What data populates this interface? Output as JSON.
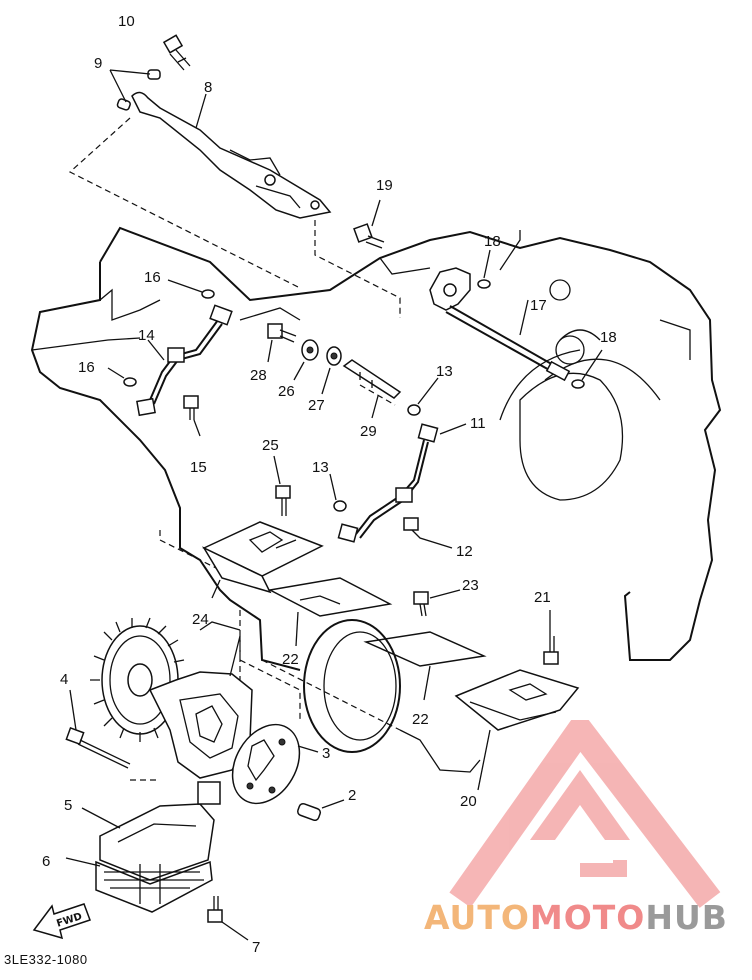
{
  "diagram": {
    "drawing_code": "3LE332-1080",
    "fwd_label": "FWD",
    "part_labels": [
      {
        "id": "p10",
        "text": "10"
      },
      {
        "id": "p9",
        "text": "9"
      },
      {
        "id": "p8",
        "text": "8"
      },
      {
        "id": "p19",
        "text": "19"
      },
      {
        "id": "p18a",
        "text": "18"
      },
      {
        "id": "p16a",
        "text": "16"
      },
      {
        "id": "p17",
        "text": "17"
      },
      {
        "id": "p18b",
        "text": "18"
      },
      {
        "id": "p14",
        "text": "14"
      },
      {
        "id": "p16b",
        "text": "16"
      },
      {
        "id": "p28",
        "text": "28"
      },
      {
        "id": "p26",
        "text": "26"
      },
      {
        "id": "p27",
        "text": "27"
      },
      {
        "id": "p13a",
        "text": "13"
      },
      {
        "id": "p29",
        "text": "29"
      },
      {
        "id": "p11",
        "text": "11"
      },
      {
        "id": "p15",
        "text": "15"
      },
      {
        "id": "p25",
        "text": "25"
      },
      {
        "id": "p13b",
        "text": "13"
      },
      {
        "id": "p12",
        "text": "12"
      },
      {
        "id": "p23",
        "text": "23"
      },
      {
        "id": "p21",
        "text": "21"
      },
      {
        "id": "p24",
        "text": "24"
      },
      {
        "id": "p22a",
        "text": "22"
      },
      {
        "id": "p22b",
        "text": "22"
      },
      {
        "id": "p4",
        "text": "4"
      },
      {
        "id": "p3",
        "text": "3"
      },
      {
        "id": "p2",
        "text": "2"
      },
      {
        "id": "p5",
        "text": "5"
      },
      {
        "id": "p6",
        "text": "6"
      },
      {
        "id": "p20",
        "text": "20"
      },
      {
        "id": "p7",
        "text": "7"
      }
    ]
  },
  "watermark": {
    "part1": "AUTO",
    "part2": "MOTO",
    "part3": "HUB",
    "colors": {
      "orange": "#f3b679",
      "red": "#f08a8a",
      "gray": "#9a9a9a"
    }
  }
}
